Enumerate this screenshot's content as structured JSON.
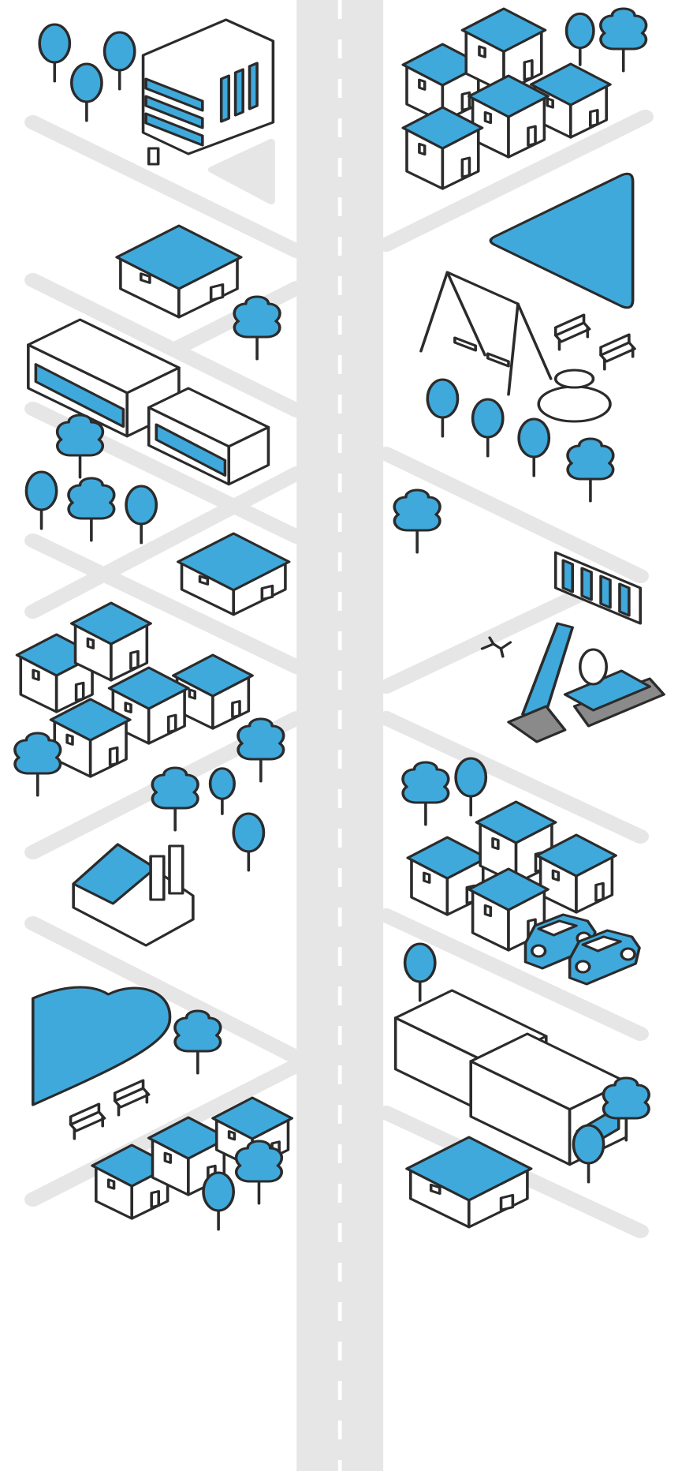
{
  "colors": {
    "accent": "#3fa9dc",
    "stroke": "#2b2b2b",
    "road": "#e6e6e6",
    "background": "#ffffff",
    "machine_gray": "#8a8a8a"
  },
  "scene": {
    "left_column": [
      "office-building",
      "trees",
      "shop",
      "school",
      "park-trees",
      "store",
      "houses",
      "factory",
      "pond",
      "benches",
      "houses"
    ],
    "right_column": [
      "houses",
      "playground",
      "fountain",
      "benches",
      "construction-barrier",
      "excavator",
      "houses",
      "cars",
      "warehouse",
      "shop"
    ]
  }
}
